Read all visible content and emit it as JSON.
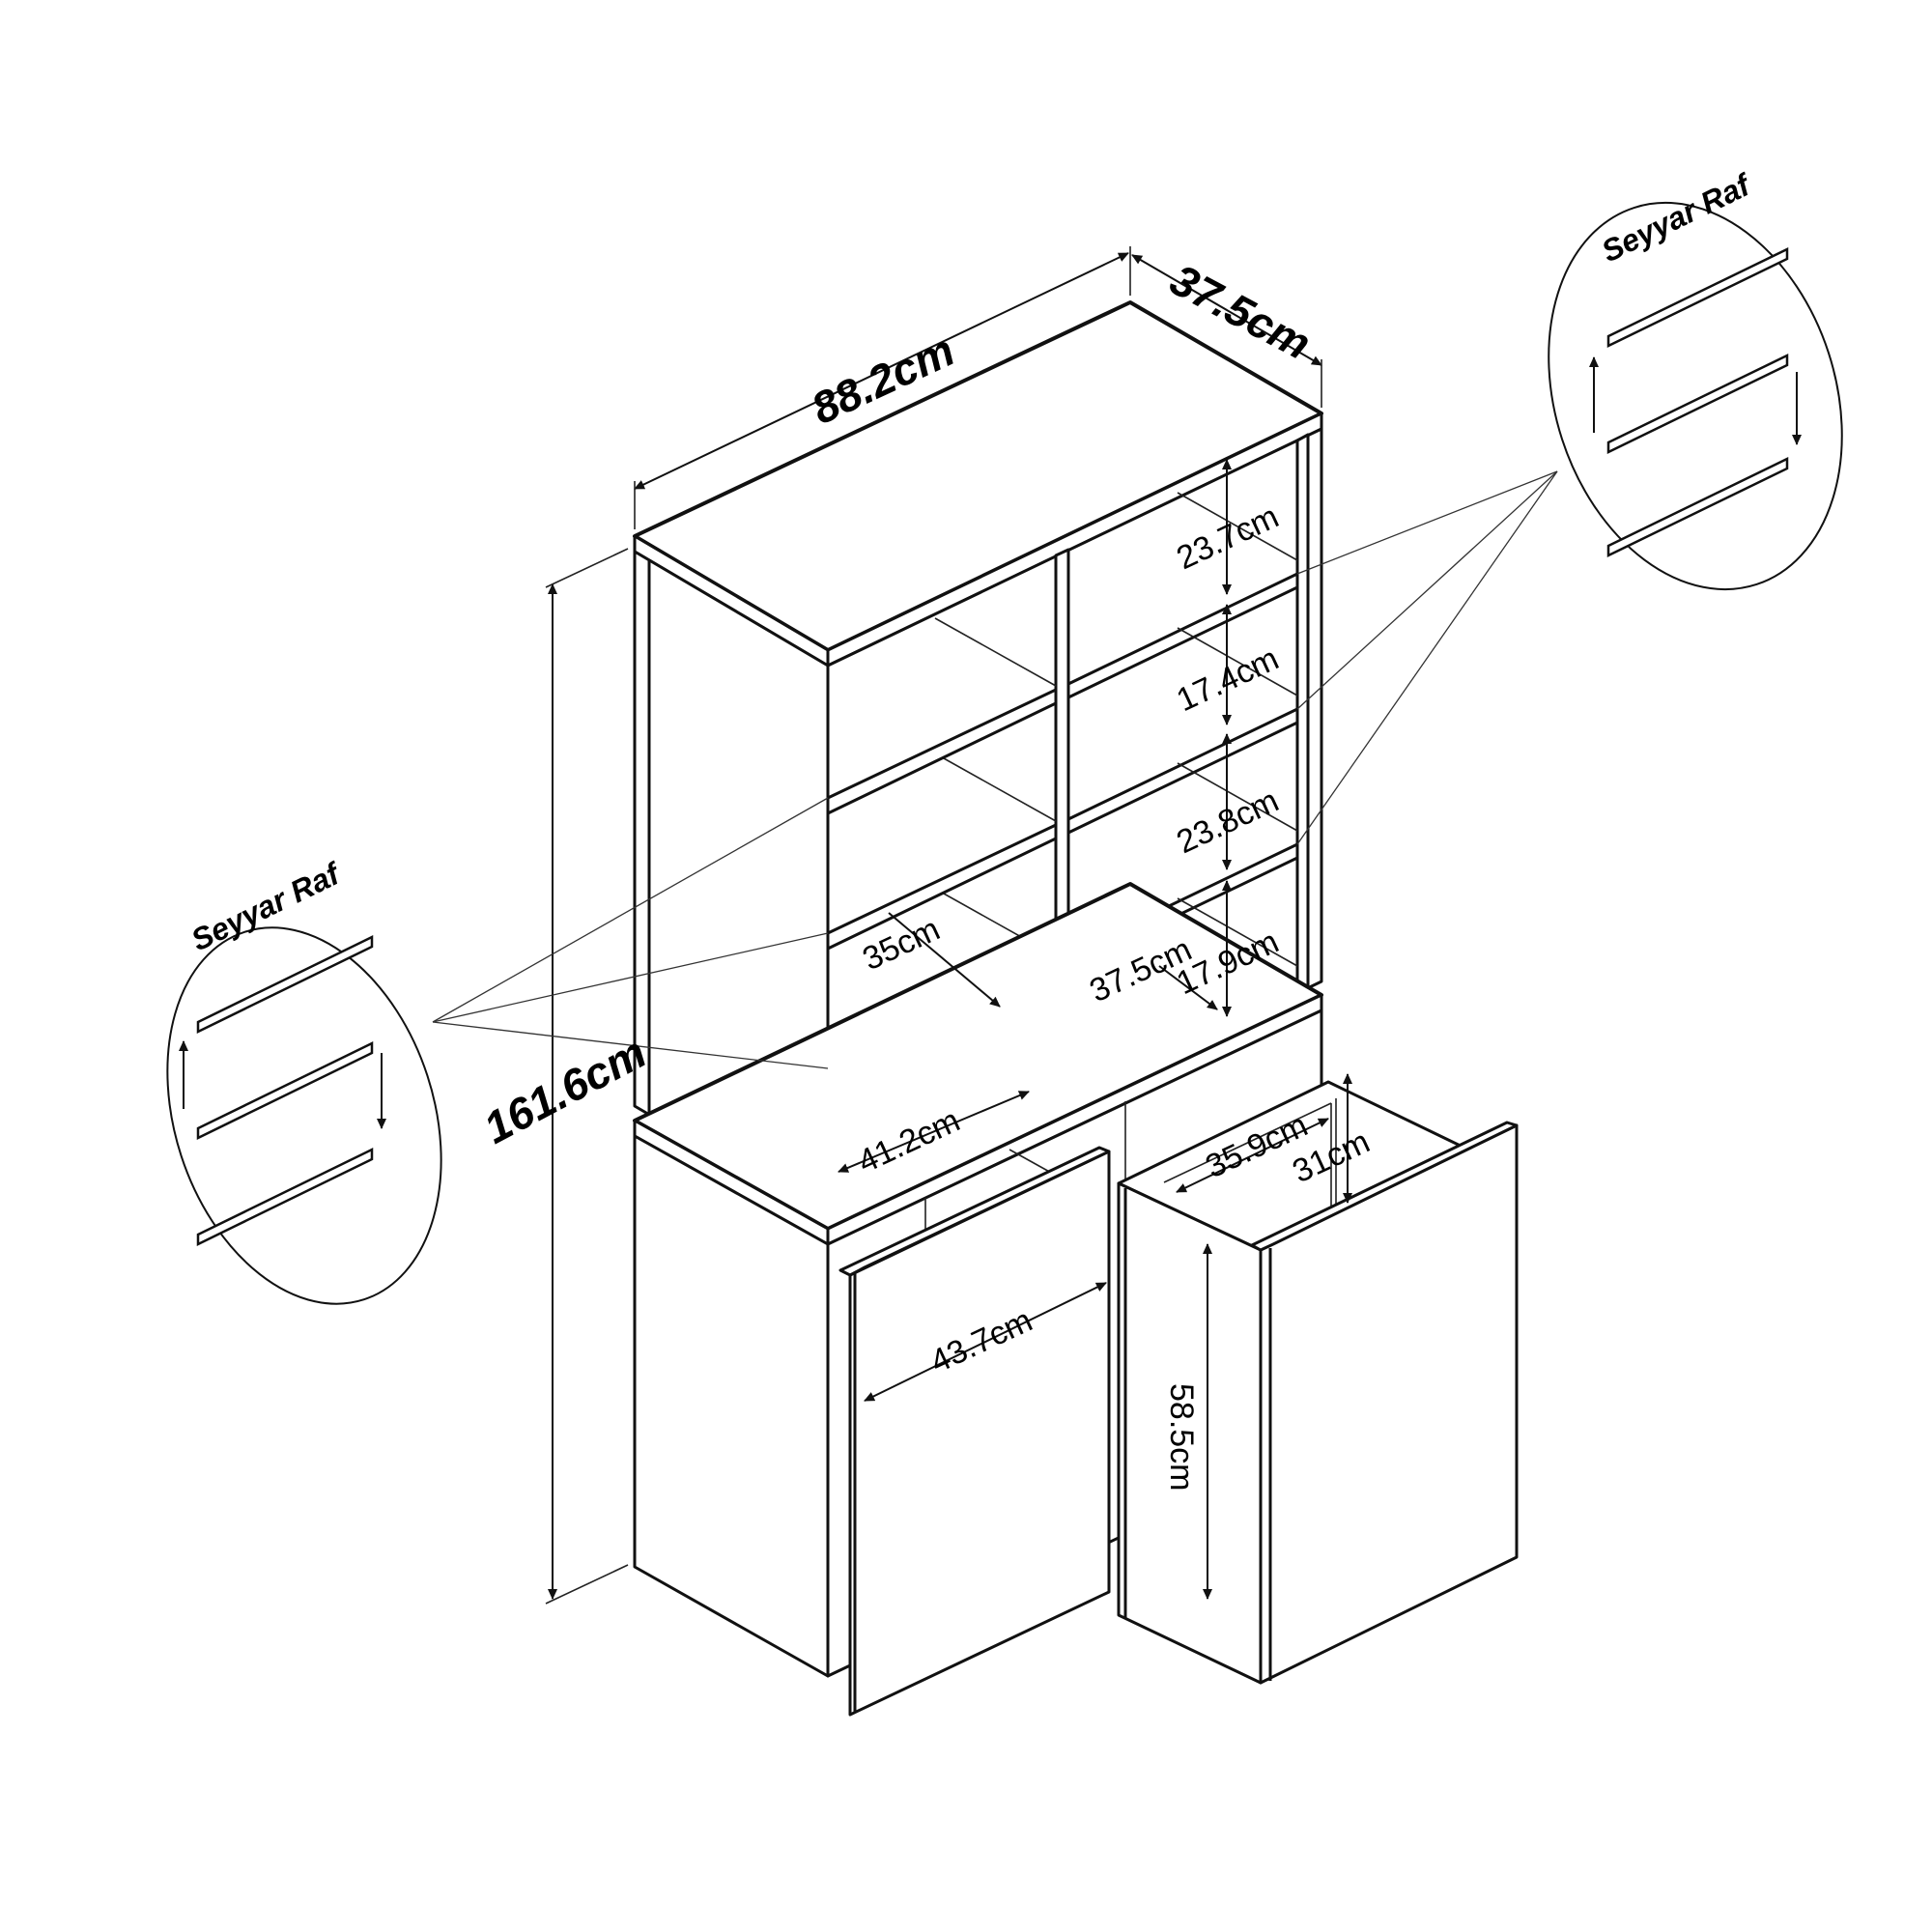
{
  "callouts": {
    "left_title": "Seyyar Raf",
    "right_title": "Seyyar Raf"
  },
  "dimensions": {
    "width": "88.2cm",
    "depth": "37.5cm",
    "height": "161.6cm",
    "shelf_gap_1": "23.7cm",
    "shelf_gap_2": "17.4cm",
    "shelf_gap_3": "23.8cm",
    "shelf_gap_4": "17.9cm",
    "inner_depth": "37.5cm",
    "left_shelf_depth": "35cm",
    "left_shelf_width": "41.2cm",
    "drawer_width": "35.9cm",
    "drawer_depth": "31cm",
    "door_width": "43.7cm",
    "drawer_height": "58.5cm"
  }
}
